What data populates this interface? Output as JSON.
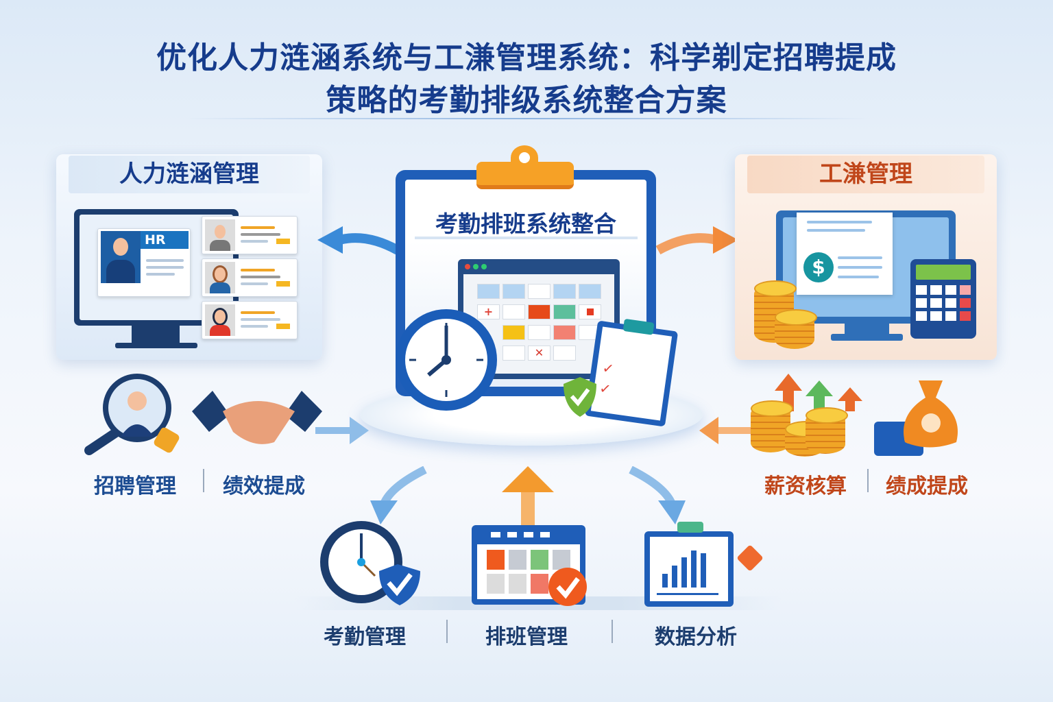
{
  "title": {
    "line1": "优化人力涟涵系统与工溓管理系统：科学剃定招聘提成",
    "line2": "策略的考勤排级系统整合方案"
  },
  "left_panel": {
    "heading": "人力涟涵管理",
    "badge": "HR"
  },
  "center_panel": {
    "heading": "考勤排班系统整合"
  },
  "right_panel": {
    "heading": "工溓管理",
    "currency_symbol": "$"
  },
  "left_labels": [
    "招聘管理",
    "绩效提成"
  ],
  "right_labels": [
    "薪资核算",
    "绩成提成"
  ],
  "bottom_labels": [
    "考勤管理",
    "排班管理",
    "数据分析"
  ],
  "colors": {
    "primary": "#163c8c",
    "accent_orange": "#f29a2e",
    "salary_text": "#c0461a",
    "blue_arrow": "#3a8ad8"
  }
}
